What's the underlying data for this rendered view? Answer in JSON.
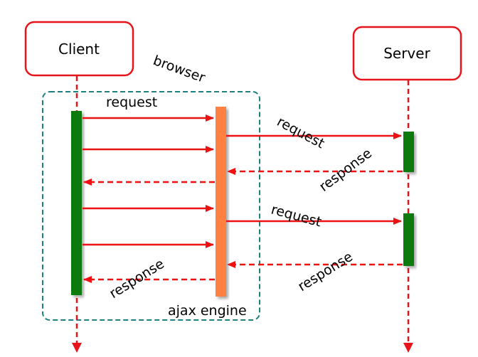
{
  "actors": {
    "client": "Client",
    "server": "Server"
  },
  "regions": {
    "browser": "browser",
    "ajax_engine": "ajax engine"
  },
  "messages": {
    "req1": "request",
    "req2": "request",
    "res1": "response",
    "req3": "request",
    "res2": "response",
    "res3": "response"
  },
  "colors": {
    "actor_border": "#e8141c",
    "lifeline": "#e8141c",
    "arrow": "#ee1111",
    "client_bar": "#0e7a0e",
    "engine_bar": "#ff8040",
    "server_bar": "#0e7a0e",
    "browser_frame": "#1f8080"
  }
}
